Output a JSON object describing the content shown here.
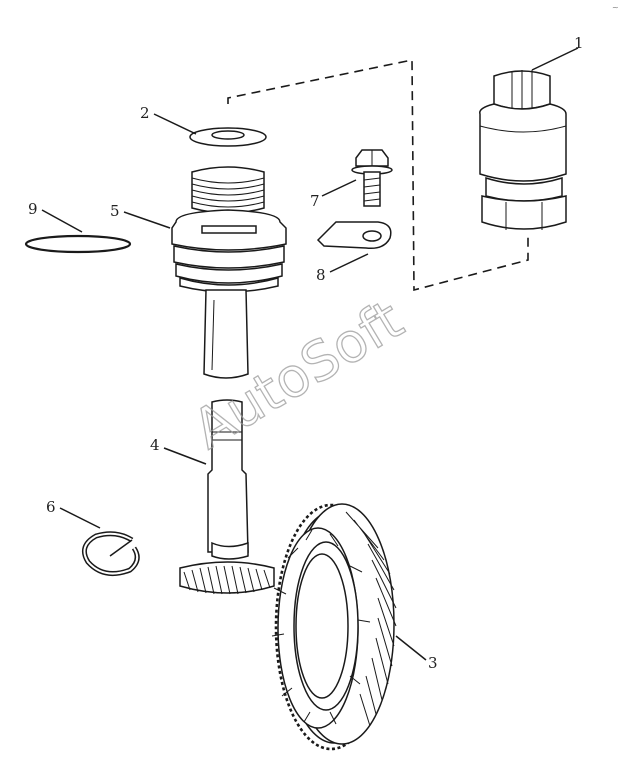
{
  "callouts": [
    "1",
    "2",
    "3",
    "4",
    "5",
    "6",
    "7",
    "8",
    "9"
  ],
  "watermark": "AutoSoft",
  "corner_mark": "~"
}
